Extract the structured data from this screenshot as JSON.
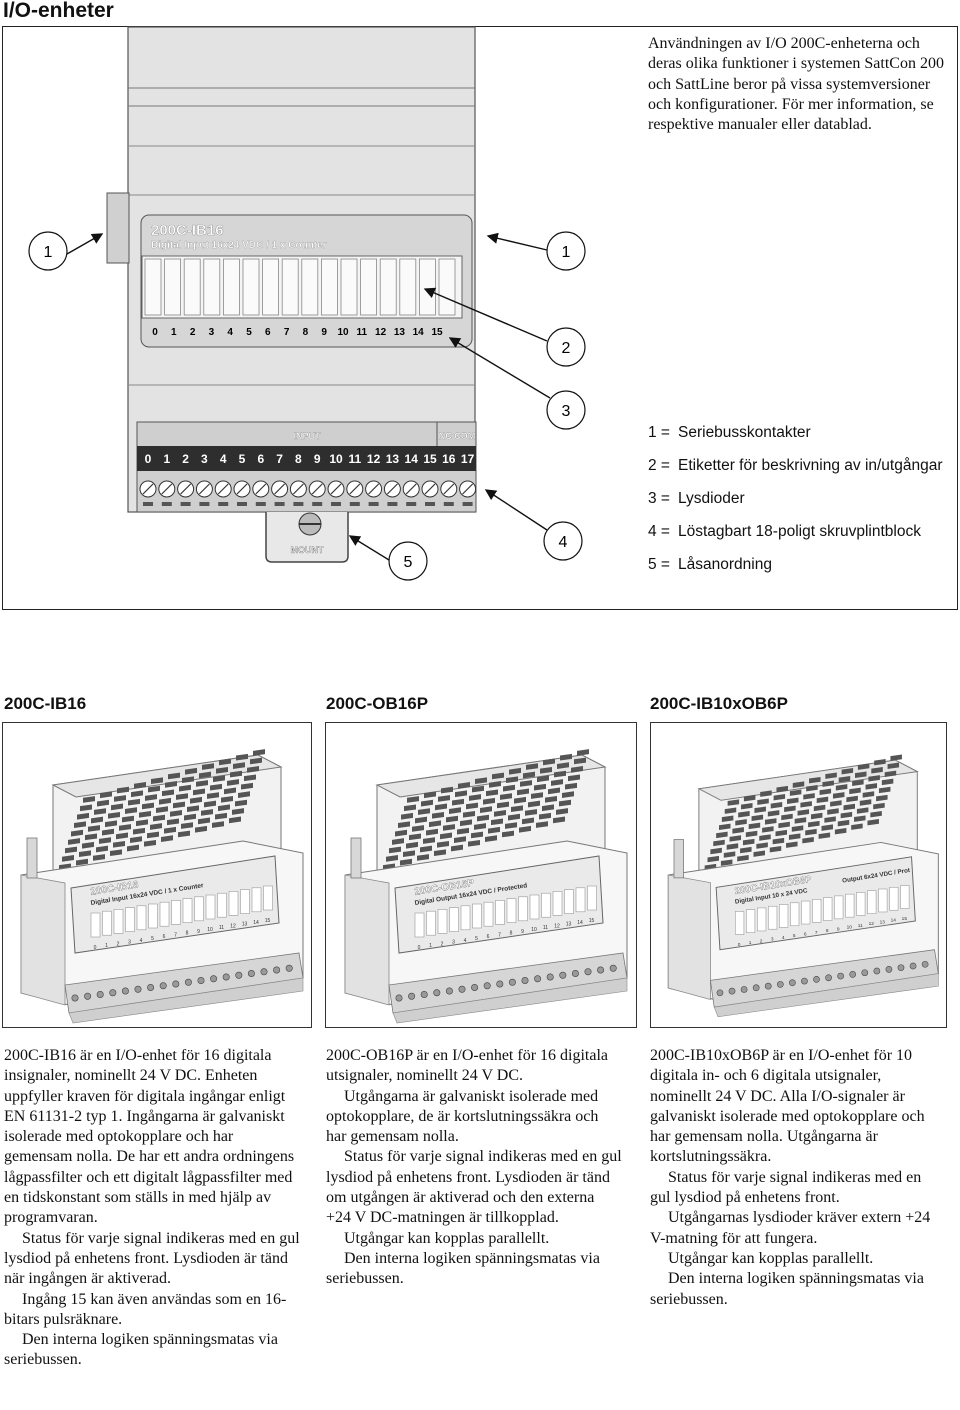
{
  "page_title": "I/O-enheter",
  "intro_text": "Användningen av I/O 200C-enheterna och deras olika funktioner i systemen SattCon 200 och SattLine beror på vissa systemversioner och konfigurationer. För mer information, se respektive manualer eller datablad.",
  "figure": {
    "module_name": "200C-IB16",
    "module_subtitle": "Digital Input 16x24 VDC / 1 x Counter",
    "led_numbers": [
      "0",
      "1",
      "2",
      "3",
      "4",
      "5",
      "6",
      "7",
      "8",
      "9",
      "10",
      "11",
      "12",
      "13",
      "14",
      "15"
    ],
    "terminal_input_label": "INPUT",
    "terminal_nccom_label": "NC COM",
    "terminal_numbers": [
      "0",
      "1",
      "2",
      "3",
      "4",
      "5",
      "6",
      "7",
      "8",
      "9",
      "10",
      "11",
      "12",
      "13",
      "14",
      "15",
      "16",
      "17"
    ],
    "mount_label": "MOUNT",
    "callouts": [
      "1",
      "1",
      "2",
      "3",
      "4",
      "5"
    ]
  },
  "legend": [
    {
      "key": "1 =",
      "text": "Seriebusskontakter"
    },
    {
      "key": "2 =",
      "text": "Etiketter för beskrivning av in/utgångar"
    },
    {
      "key": "3 =",
      "text": "Lysdioder"
    },
    {
      "key": "4 =",
      "text": "Löstagbart 18-poligt skruvplintblock"
    },
    {
      "key": "5 =",
      "text": "Låsanordning"
    }
  ],
  "modules": [
    {
      "title": "200C-IB16",
      "label_name": "200C-IB16",
      "label_sub": "Digital Input 16x24 VDC / 1 x Counter",
      "paragraphs": [
        "200C-IB16 är en I/O-enhet för 16 digitala insignaler, nominellt 24 V DC. Enheten uppfyller kraven för digitala ingångar enligt EN 61131-2 typ 1. Ingångarna är galvaniskt isolerade med optokopplare och har gemensam nolla. De har ett andra ordningens lågpassfilter och ett digitalt lågpassfilter med en tidskonstant som ställs in med hjälp av programvaran.",
        "Status för varje signal indikeras med en gul lysdiod på enhetens front. Lysdioden är tänd när ingången är aktiverad.",
        "Ingång 15 kan även användas som en 16-bitars pulsräknare.",
        "Den interna logiken spänningsmatas via seriebussen."
      ]
    },
    {
      "title": "200C-OB16P",
      "label_name": "200C-OB16P",
      "label_sub": "Digital Output 16x24 VDC / Protected",
      "paragraphs": [
        "200C-OB16P är en I/O-enhet för 16 digitala utsignaler, nominellt 24 V DC.",
        "Utgångarna är galvaniskt isolerade med optokopplare, de är kortslutningssäkra och har gemensam nolla.",
        "Status för varje signal indikeras med en gul lysdiod på enhetens front. Lysdioden är tänd om utgången är aktiverad och den externa +24 V DC-matningen är tillkopplad.",
        "Utgångar kan kopplas parallellt.",
        "Den interna logiken spänningsmatas via seriebussen."
      ]
    },
    {
      "title": "200C-IB10xOB6P",
      "label_name": "200C-IB10xOB6P",
      "label_sub": "Digital Input 10 x 24 VDC",
      "label_sub2": "Output 6x24 VDC / Prot",
      "paragraphs": [
        "200C-IB10xOB6P är en I/O-enhet för 10 digitala in- och 6 digitala utsignaler, nominellt 24 V DC. Alla I/O-signaler är galvaniskt isolerade med optokopplare och har gemensam nolla. Utgångarna är kortslutningssäkra.",
        "Status för varje signal indikeras med en gul lysdiod på enhetens front.",
        "Utgångarnas lysdioder kräver extern +24 V-matning för att fungera.",
        "Utgångar kan kopplas parallellt.",
        "Den interna logiken spänningsmatas via seriebussen."
      ]
    }
  ]
}
